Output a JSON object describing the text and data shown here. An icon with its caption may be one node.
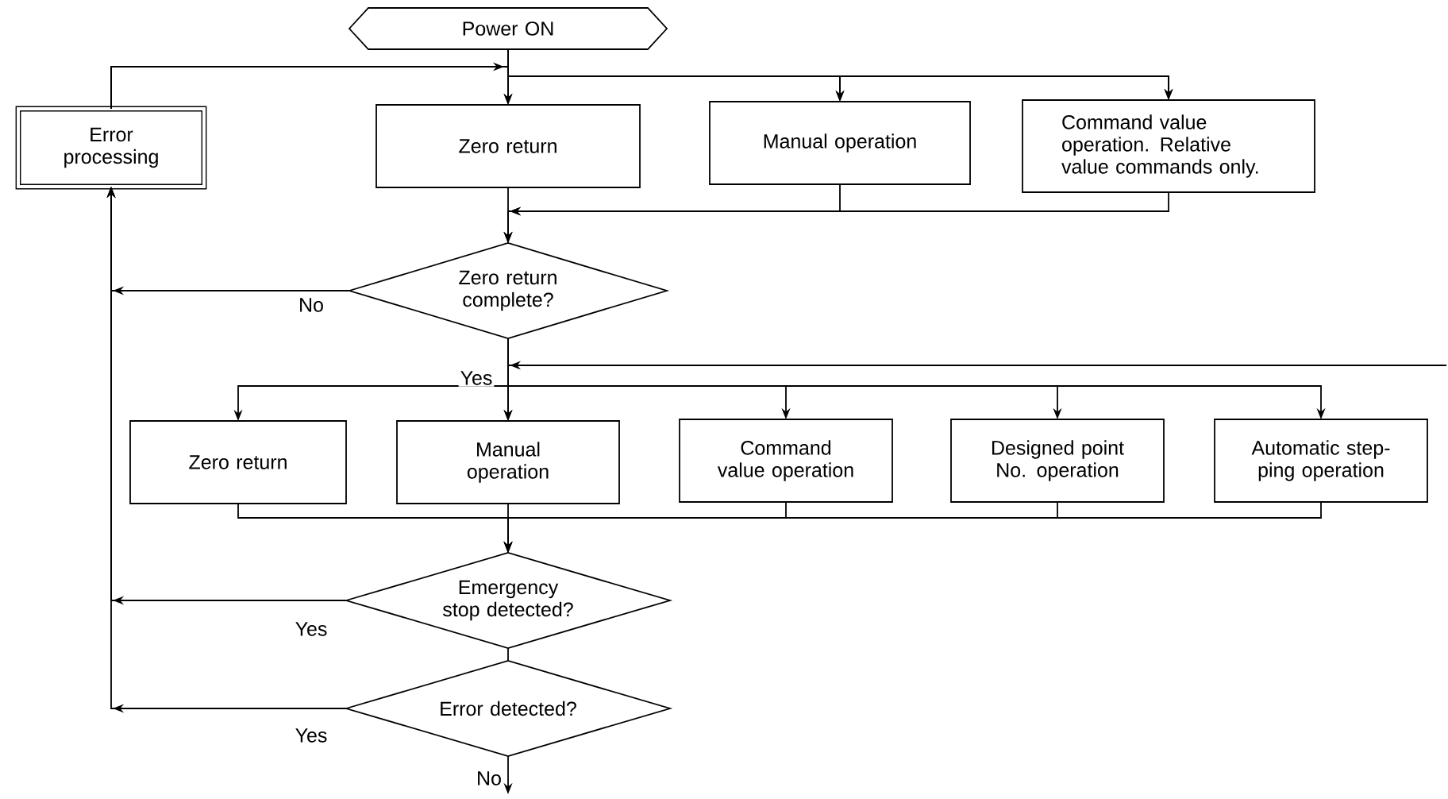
{
  "diagram": {
    "nodes": [
      {
        "text": [
          "Power ON"
        ]
      },
      {
        "text": [
          "Error processing"
        ]
      },
      {
        "text": [
          "Zero return"
        ]
      },
      {
        "text": [
          "Manual operation"
        ]
      },
      {
        "text": [
          "Command value operation. Relative value commands only."
        ]
      },
      {
        "text": [
          "Zero return complete?"
        ]
      },
      {
        "text": [
          "Zero return"
        ]
      },
      {
        "text": [
          "Manual operation"
        ]
      },
      {
        "text": [
          "Command value operation"
        ]
      },
      {
        "text": [
          "Designed point No. operation"
        ]
      },
      {
        "text": [
          "Automatic step- ping operation"
        ]
      },
      {
        "text": [
          "Emergency stop detected?"
        ]
      },
      {
        "text": [
          "Error detected?"
        ]
      }
    ],
    "edges": [
      {
        "from": 0,
        "to": 2,
        "arrow": "to"
      },
      {
        "from": 0,
        "to": 3,
        "arrow": "to"
      },
      {
        "from": 0,
        "to": 4,
        "arrow": "to"
      },
      {
        "from": 1,
        "to": 2,
        "arrow": "to"
      },
      {
        "from": 1,
        "to": 3,
        "arrow": "to"
      },
      {
        "from": 1,
        "to": 4,
        "arrow": "to"
      },
      {
        "from": 2,
        "to": 5,
        "arrow": "to"
      },
      {
        "from": 3,
        "to": 5,
        "arrow": "to"
      },
      {
        "from": 4,
        "to": 5,
        "arrow": "to"
      },
      {
        "from": 5,
        "to": 1,
        "arrow": "to",
        "label": "No"
      },
      {
        "from": 5,
        "to": 6,
        "arrow": "to",
        "label": "Yes"
      },
      {
        "from": 5,
        "to": 7,
        "arrow": "to"
      },
      {
        "from": 5,
        "to": 8,
        "arrow": "to"
      },
      {
        "from": 5,
        "to": 9,
        "arrow": "to"
      },
      {
        "from": 5,
        "to": 10,
        "arrow": "to"
      },
      {
        "from": null,
        "to": 7,
        "arrow": "to"
      },
      {
        "from": 6,
        "to": 11,
        "arrow": "to"
      },
      {
        "from": 7,
        "to": 11,
        "arrow": "to"
      },
      {
        "from": 8,
        "to": 11,
        "arrow": "to"
      },
      {
        "from": 9,
        "to": 11,
        "arrow": "to"
      },
      {
        "from": 10,
        "to": 11,
        "arrow": "to"
      },
      {
        "from": 11,
        "to": 1,
        "arrow": "to",
        "label": "Yes"
      },
      {
        "from": 11,
        "to": 12,
        "arrow": "none"
      },
      {
        "from": 12,
        "to": 1,
        "arrow": "to",
        "label": "Yes"
      },
      {
        "from": 12,
        "to": null,
        "arrow": "to",
        "label": "No"
      }
    ]
  }
}
